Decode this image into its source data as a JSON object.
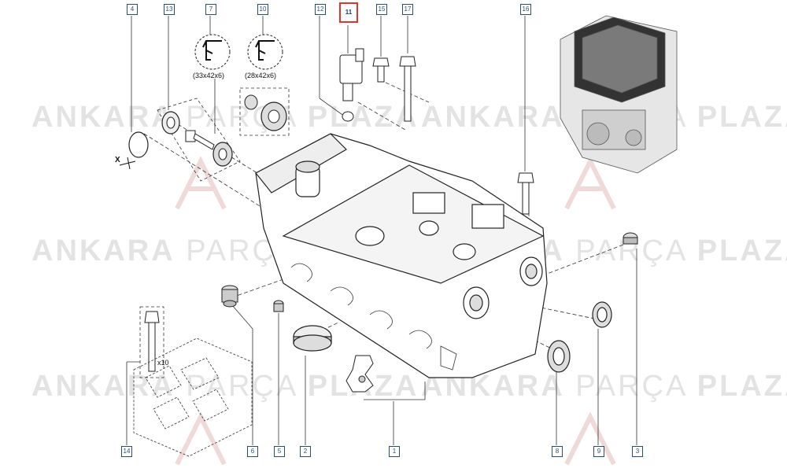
{
  "watermark": {
    "word1": "ANKARA",
    "word2": "PARÇA",
    "word3": "PLAZA"
  },
  "callouts": {
    "c4": "4",
    "c13": "13",
    "c7": "7",
    "c10": "10",
    "c12": "12",
    "c11": "11",
    "c15": "15",
    "c17": "17",
    "c16": "16",
    "c14": "14",
    "c6": "6",
    "c5": "5",
    "c2": "2",
    "c1": "1",
    "c8": "8",
    "c9": "9",
    "c3": "3"
  },
  "highlighted_part": "11",
  "labels": {
    "seal_7_size": "(33x42x6)",
    "seal_10_size": "(28x42x6)",
    "bolt_qty": "x10",
    "axis_x": "X"
  },
  "colors": {
    "callout_border": "#2a4d7a",
    "highlight": "#e0352b",
    "line": "#222222",
    "watermark": "#e3e3e3"
  }
}
